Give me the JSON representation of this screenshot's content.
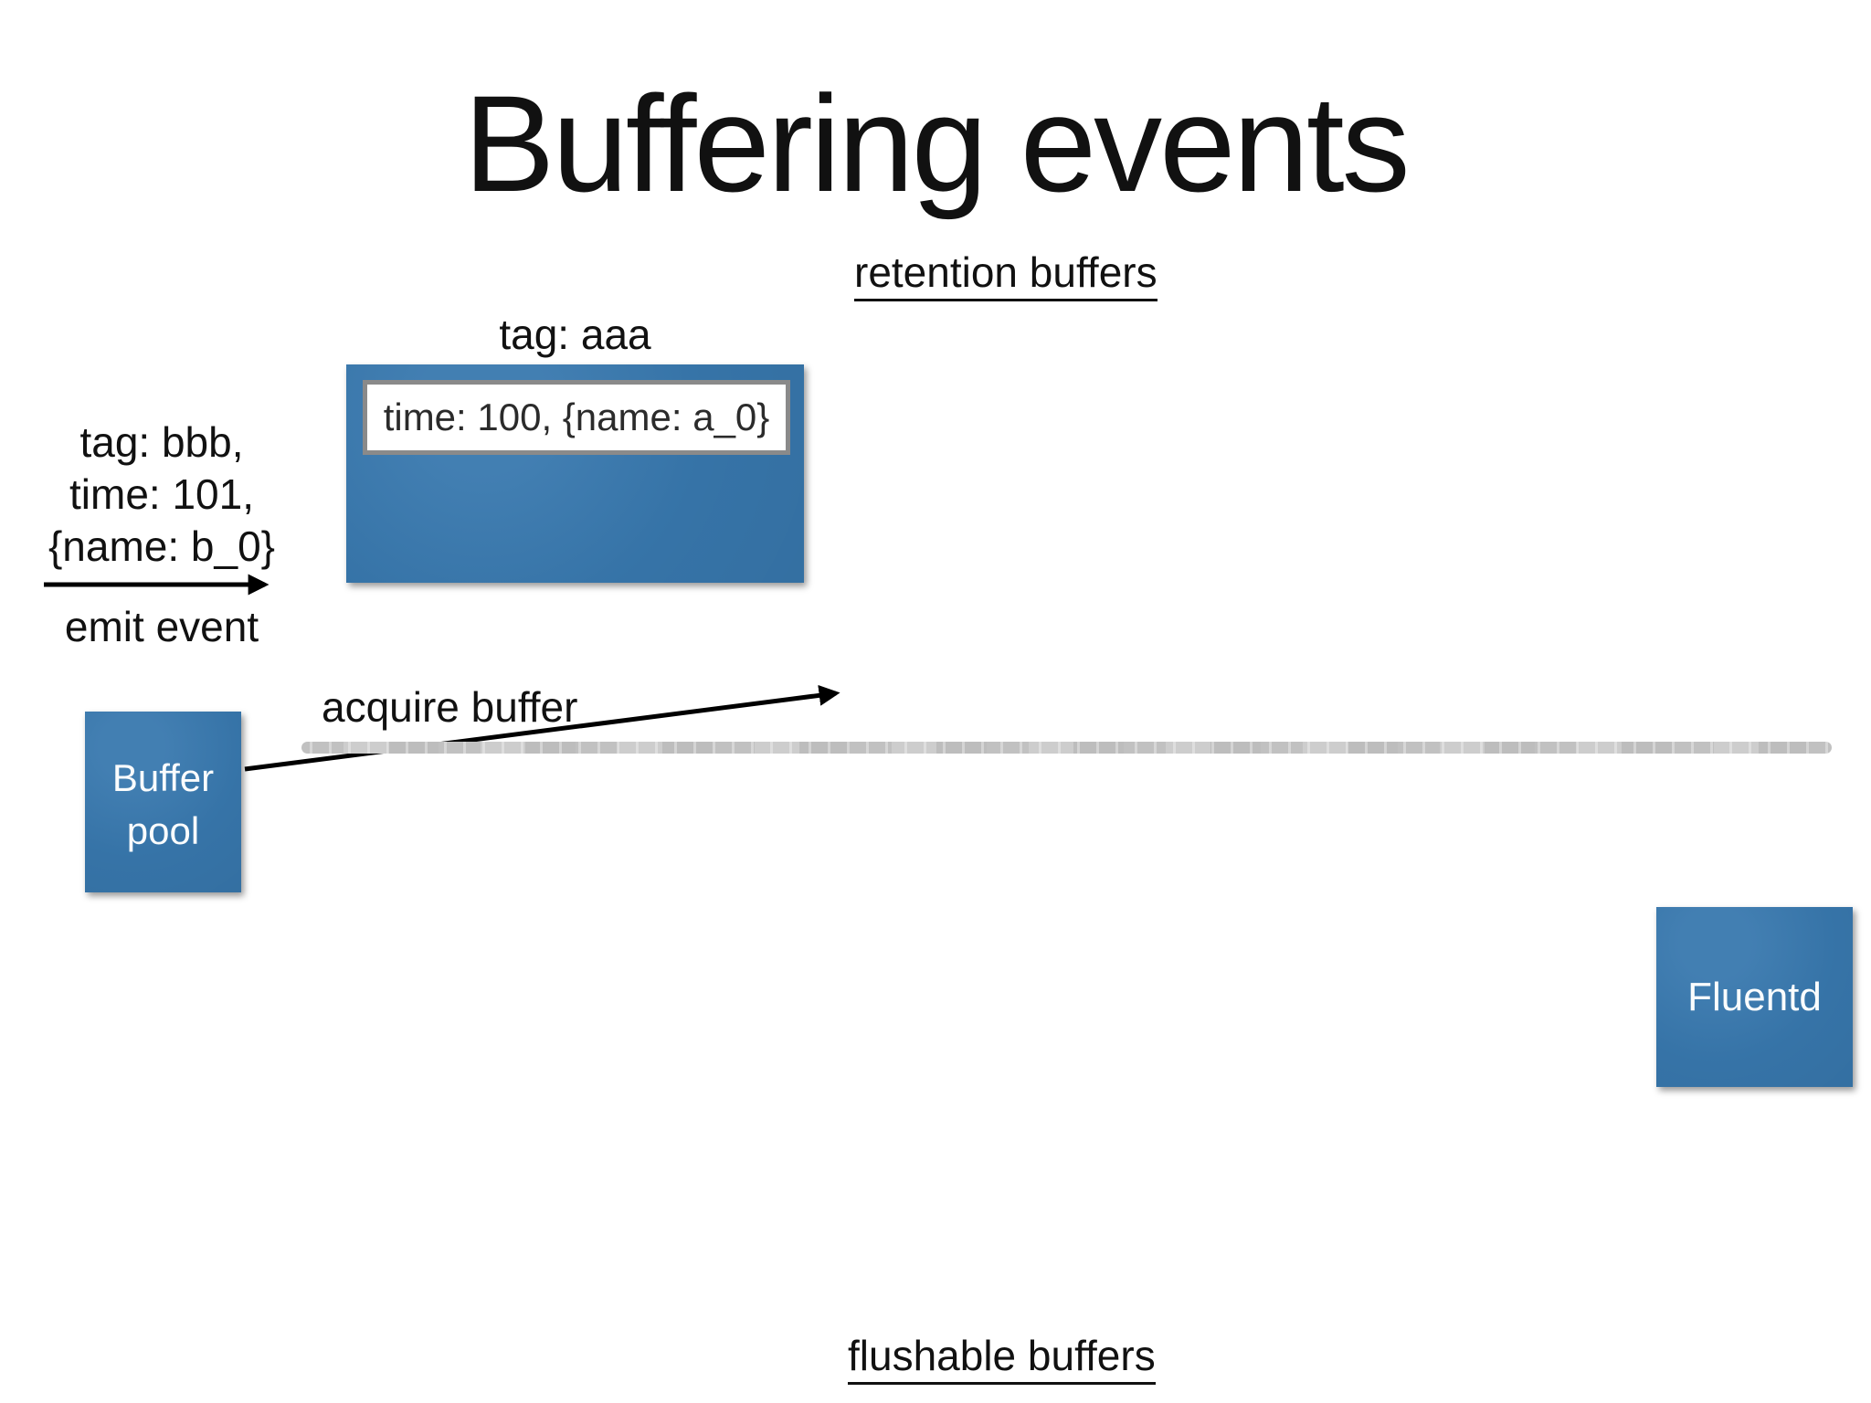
{
  "slide": {
    "title": "Buffering events",
    "labels": {
      "retention_buffers": "retention buffers",
      "flushable_buffers": "flushable buffers",
      "tag_aaa": "tag: aaa",
      "acquire_buffer": "acquire buffer",
      "emit_event": "emit event"
    },
    "emitted_event_lines": [
      "tag: bbb,",
      "time: 101,",
      "{name: b_0}"
    ],
    "retention_buffer_chunk": "time: 100, {name: a_0}",
    "buffer_pool": {
      "line1": "Buffer",
      "line2": "pool"
    },
    "fluentd_label": "Fluentd",
    "colors": {
      "box_blue": "#3878ae",
      "chalk_gray": "#c6c6c6",
      "inner_border": "#8a8a8a",
      "text": "#111111"
    }
  }
}
